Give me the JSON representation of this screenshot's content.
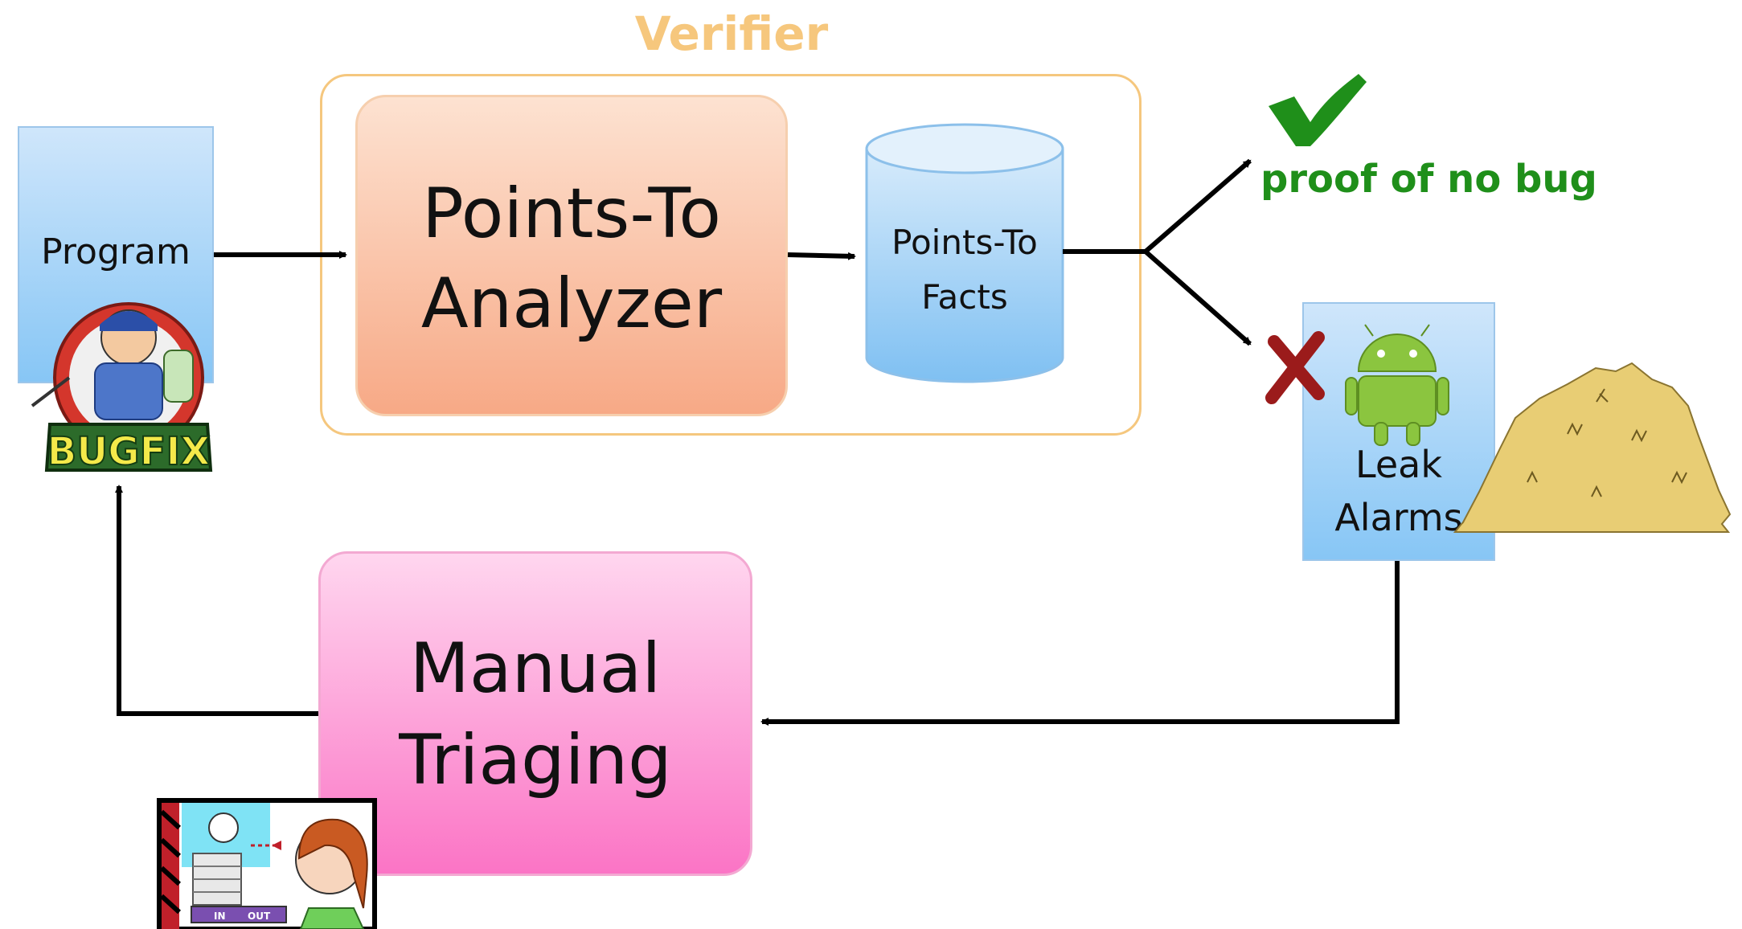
{
  "verifier": {
    "title": "Verifier"
  },
  "program": {
    "label": "Program",
    "mascot_text": "BUGFIX"
  },
  "analyzer": {
    "label": "Points-To Analyzer"
  },
  "facts": {
    "line1": "Points-To",
    "line2": "Facts"
  },
  "proof": {
    "label": "proof of no bug"
  },
  "leak": {
    "line1": "Leak",
    "line2": "Alarms"
  },
  "triage": {
    "line1": "Manual",
    "line2": "Triaging"
  },
  "office": {
    "in_label": "IN",
    "out_label": "OUT"
  },
  "colors": {
    "verifier_orange": "#f6c77d",
    "check_green": "#1f8f1a",
    "cross_red": "#9b1b1b",
    "android_green": "#8bc53f",
    "hay_yellow": "#e8cd74"
  },
  "icons": [
    "check-icon",
    "cross-icon",
    "android-icon",
    "haystack-icon",
    "bugfix-mascot-icon",
    "office-worker-icon",
    "database-cylinder-icon"
  ]
}
